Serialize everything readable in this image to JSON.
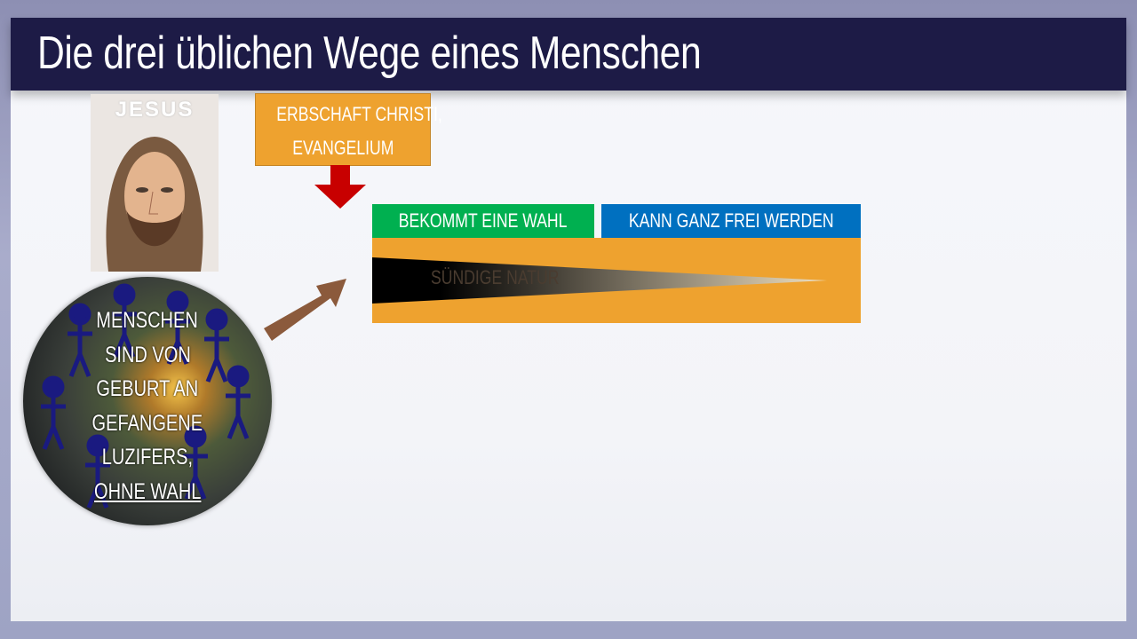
{
  "slide": {
    "title": "Die drei üblichen Wege eines Menschen",
    "jesus_image": {
      "label": "JESUS"
    },
    "inheritance_box": {
      "line1": "ERBSCHAFT CHRISTI,",
      "line2": "EVANGELIUM"
    },
    "choice_label": "BEKOMMT EINE WAHL",
    "free_label": "KANN GANZ FREI WERDEN",
    "sinful_nature_label": "SÜNDIGE NATUR",
    "globe_text": {
      "lines": [
        "MENSCHEN",
        "SIND VON",
        "GEBURT AN",
        "GEFANGENE",
        "LUZIFERS,"
      ],
      "underlined": "OHNE WAHL"
    },
    "colors": {
      "title_bar": "#1d1b46",
      "orange": "#eea22f",
      "green": "#00b050",
      "blue": "#0070c0",
      "red_arrow": "#c00000",
      "brown_arrow": "#8b5a3c",
      "figures": "#1a1a80"
    }
  }
}
